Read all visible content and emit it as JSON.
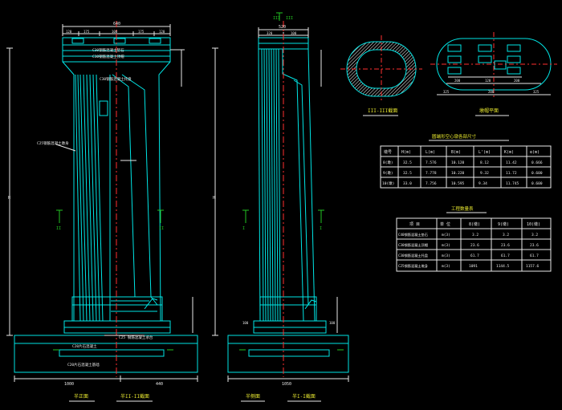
{
  "colors": {
    "background": "#000000",
    "outline": "#00e5e5",
    "dimension": "#e8e8e8",
    "section_mark": "#22c522",
    "hatch": "#ffffff"
  },
  "front_view": {
    "top_width": "640",
    "top_dims": [
      "120",
      "175",
      "100",
      "175",
      "120"
    ],
    "labels": [
      "C30钢筋混凝土垫石",
      "C30钢筋混凝土顶帽",
      "C25钢筋混凝土墩身",
      "C30钢筋混凝土托盘"
    ],
    "left_height": "H",
    "lower_dims": [
      "1000",
      "440"
    ],
    "base_label": "C25 钢筋混凝土承台",
    "footing_labels": [
      "C20片石混凝土",
      "C20片石混凝土基础"
    ],
    "caption_1": "半正面",
    "caption_2": "半II-II截面"
  },
  "side_view": {
    "top_width": "520",
    "top_dims": [
      "320",
      "100"
    ],
    "left_height": "H",
    "base_width": "1050",
    "base_dims": [
      "100",
      "100"
    ],
    "caption_1": "半侧面",
    "caption_2": "半I-I截面"
  },
  "section_a": {
    "caption": "III-III截面"
  },
  "section_b": {
    "caption": "墩帽平面",
    "dims_top": [
      "200",
      "120",
      "200"
    ],
    "dims_bottom": [
      "325",
      "200",
      "325"
    ]
  },
  "table_1": {
    "title": "圆端形空心墩各部尺寸",
    "headers": [
      "墩号",
      "H(m)",
      "L(m)",
      "B(m)",
      "L'(m)",
      "K(m)",
      "α(m)"
    ],
    "rows": [
      [
        "8(墩)",
        "32.5",
        "7.576",
        "10.120",
        "8.12",
        "11.42",
        "0.666"
      ],
      [
        "9(墩)",
        "32.5",
        "7.778",
        "10.220",
        "9.32",
        "11.72",
        "0.600"
      ],
      [
        "10(墩)",
        "33.0",
        "7.756",
        "10.595",
        "9.34",
        "11.745",
        "0.600"
      ]
    ]
  },
  "table_2": {
    "title": "工程数量表",
    "headers": [
      "项 目",
      "单 位",
      "8(墩)",
      "9(墩)",
      "10(墩)"
    ],
    "rows": [
      [
        "C40钢筋混凝土垫石",
        "m(3)",
        "3.2",
        "3.2",
        "3.2"
      ],
      [
        "C30钢筋混凝土顶帽",
        "m(3)",
        "23.6",
        "23.6",
        "23.6"
      ],
      [
        "C30钢筋混凝土托盘",
        "m(3)",
        "61.7",
        "61.7",
        "61.7"
      ],
      [
        "C25钢筋混凝土墩身",
        "m(3)",
        "1091",
        "1144.5",
        "1157.6"
      ]
    ]
  },
  "markers": [
    "I",
    "I",
    "II",
    "II",
    "III",
    "III"
  ]
}
